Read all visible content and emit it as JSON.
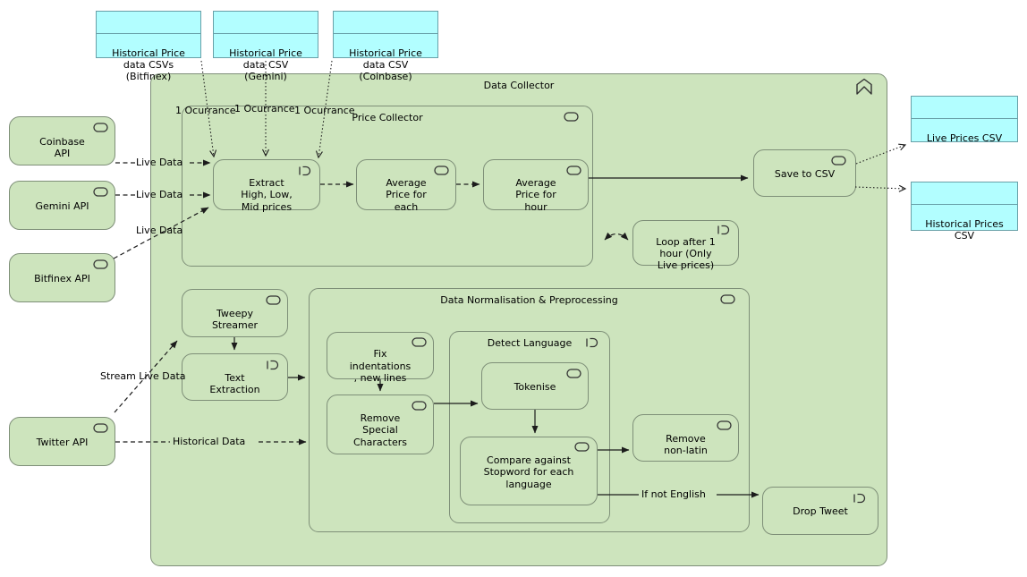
{
  "diagram_title": "Data Collector",
  "colors": {
    "green_fill": "#cde4bd",
    "green_border": "#7e8f78",
    "cyan_fill": "#b2feff",
    "cyan_border": "#68a0a8",
    "line": "#1c1c1c"
  },
  "containers": {
    "data_collector": "Data Collector",
    "price_collector": "Price Collector",
    "data_norm": "Data Normalisation & Preprocessing",
    "detect_language": "Detect Language"
  },
  "nodes": {
    "coinbase_api": "Coinbase\nAPI",
    "gemini_api": "Gemini API",
    "bitfinex_api": "Bitfinex API",
    "twitter_api": "Twitter API",
    "extract": "Extract\nHigh, Low,\nMid prices",
    "avg_each": "Average\nPrice for\neach",
    "avg_hour": "Average\nPrice for\nhour",
    "save_csv": "Save to CSV",
    "loop": "Loop after 1\nhour (Only\nLive prices)",
    "tweepy": "Tweepy\nStreamer",
    "text_extraction": "Text\nExtraction",
    "fix_indent": "Fix\nindentations\n, new lines",
    "remove_special": "Remove\nSpecial\nCharacters",
    "tokenise": "Tokenise",
    "compare": "Compare against\nStopword for each\nlanguage",
    "remove_nonlatin": "Remove\nnon-latin",
    "drop_tweet": "Drop Tweet"
  },
  "data_objects": {
    "csv_bitfinex": "Historical Price\ndata CSVs\n(Bitfinex)",
    "csv_gemini": "Historical Price\ndata CSV\n(Gemini)",
    "csv_coinbase": "Historical Price\ndata CSV\n(Coinbase)",
    "live_prices": "Live Prices CSV",
    "historical_prices": "Historical Prices\nCSV"
  },
  "edge_labels": {
    "ocurrance1": "1 Ocurrance",
    "ocurrance2": "1 Ocurrance",
    "ocurrance3": "1 Ocurrance",
    "live_data": "Live Data",
    "stream_live": "Stream Live Data",
    "historical_data": "Historical Data",
    "if_not_english": "If not English"
  }
}
